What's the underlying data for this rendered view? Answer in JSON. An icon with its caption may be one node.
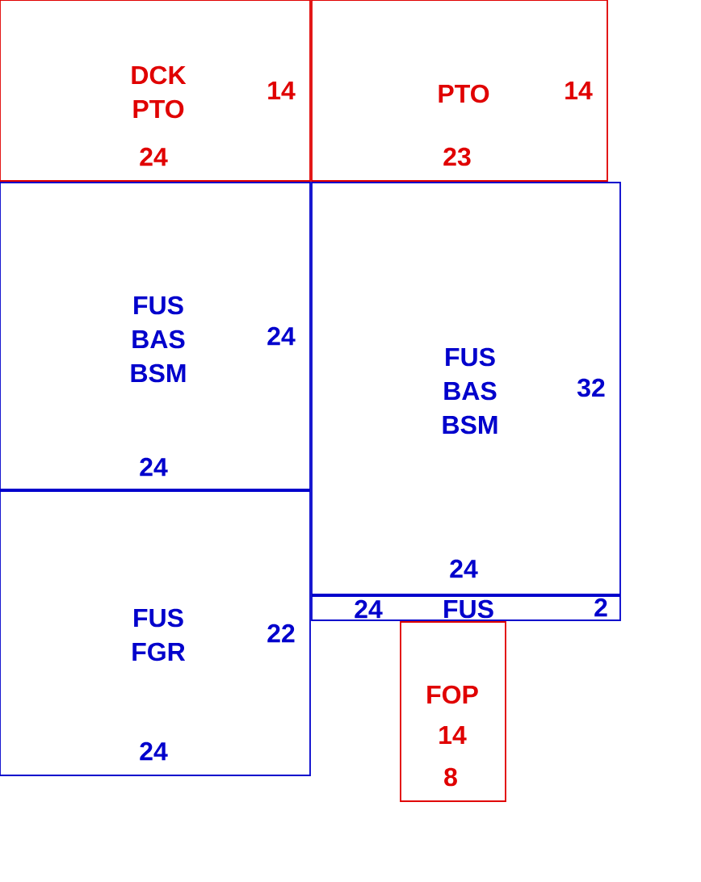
{
  "diagram": {
    "nodes": [
      {
        "text": [
          "DCK PTO",
          "14",
          "24"
        ]
      },
      {
        "text": [
          "PTO",
          "14",
          "23"
        ]
      },
      {
        "text": [
          "FUS BAS BSM",
          "24",
          "24"
        ]
      },
      {
        "text": [
          "FUS BAS BSM",
          "32",
          "24"
        ]
      },
      {
        "text": [
          "FUS FGR",
          "22",
          "24"
        ]
      },
      {
        "text": [
          "24",
          "FUS",
          "2"
        ]
      },
      {
        "text": [
          "FOP",
          "14",
          "8"
        ]
      }
    ]
  }
}
